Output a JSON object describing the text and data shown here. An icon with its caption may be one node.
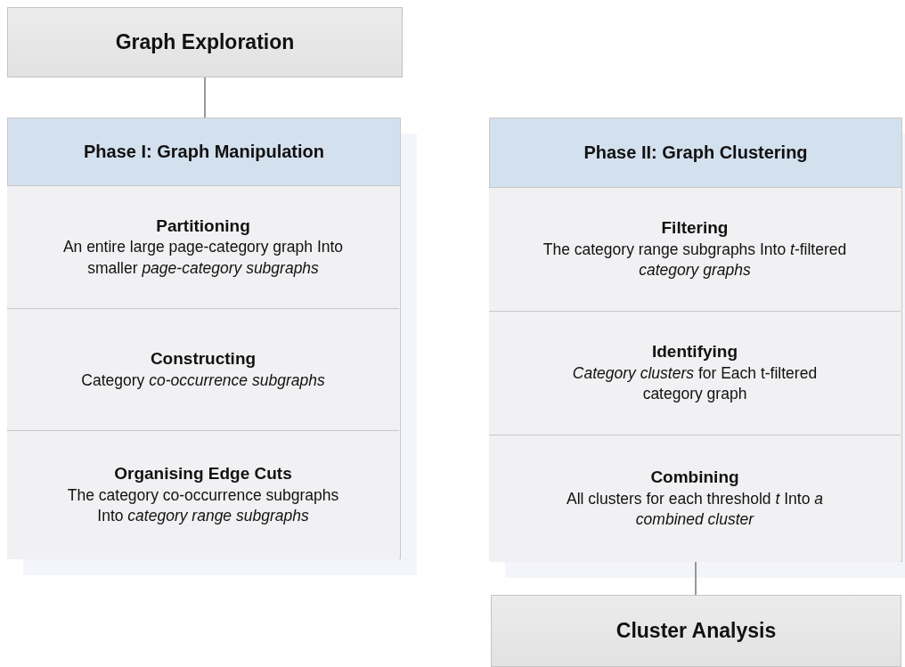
{
  "diagram": {
    "nodes": [
      {
        "text": [
          "Graph Exploration"
        ]
      },
      {
        "text": [
          "Phase I: Graph Manipulation"
        ]
      },
      {
        "text": [
          "Partitioning",
          "An entire large page-category graph Into smaller *page-category subgraphs*"
        ],
        "in": 1
      },
      {
        "text": [
          "Constructing",
          "Category *co-occurrence subgraphs*"
        ],
        "in": 1
      },
      {
        "text": [
          "Organising Edge Cuts",
          "The category co-occurrence subgraphs Into *category range subgraphs*"
        ],
        "in": 1
      },
      {
        "text": [
          "Phase II: Graph Clustering"
        ]
      },
      {
        "text": [
          "Filtering",
          "The category range subgraphs Into *t*-filtered *category graphs*"
        ],
        "in": 5
      },
      {
        "text": [
          "Identifying",
          "*Category clusters* for Each t-filtered category graph"
        ],
        "in": 5
      },
      {
        "text": [
          "Combining",
          "All clusters for each threshold *t* Into *a combined cluster*"
        ],
        "in": 5
      },
      {
        "text": [
          "Cluster Analysis"
        ]
      }
    ],
    "edges": [
      {
        "from": 0,
        "to": 1,
        "arrow": "none"
      },
      {
        "from": 5,
        "to": 9,
        "arrow": "none"
      }
    ]
  }
}
